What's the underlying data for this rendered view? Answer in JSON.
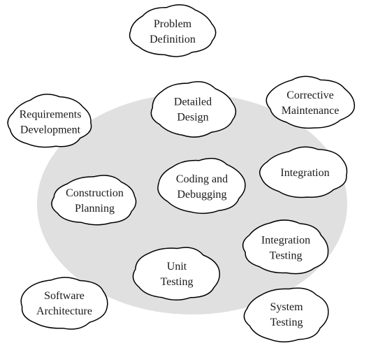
{
  "diagram": {
    "background_ellipse_color": "#e0e0e0",
    "cloud_fill": "#ffffff",
    "cloud_stroke": "#000000",
    "clouds": [
      {
        "id": "problem-definition",
        "lines": [
          "Problem",
          "Definition"
        ],
        "inside_core": false
      },
      {
        "id": "requirements-development",
        "lines": [
          "Requirements",
          "Development"
        ],
        "inside_core": false
      },
      {
        "id": "detailed-design",
        "lines": [
          "Detailed",
          "Design"
        ],
        "inside_core": true
      },
      {
        "id": "corrective-maintenance",
        "lines": [
          "Corrective",
          "Maintenance"
        ],
        "inside_core": false
      },
      {
        "id": "coding-and-debugging",
        "lines": [
          "Coding and",
          "Debugging"
        ],
        "inside_core": true
      },
      {
        "id": "integration",
        "lines": [
          "Integration"
        ],
        "inside_core": true
      },
      {
        "id": "construction-planning",
        "lines": [
          "Construction",
          "Planning"
        ],
        "inside_core": true
      },
      {
        "id": "integration-testing",
        "lines": [
          "Integration",
          "Testing"
        ],
        "inside_core": true
      },
      {
        "id": "unit-testing",
        "lines": [
          "Unit",
          "Testing"
        ],
        "inside_core": true
      },
      {
        "id": "software-architecture",
        "lines": [
          "Software",
          "Architecture"
        ],
        "inside_core": false
      },
      {
        "id": "system-testing",
        "lines": [
          "System",
          "Testing"
        ],
        "inside_core": false
      }
    ]
  }
}
